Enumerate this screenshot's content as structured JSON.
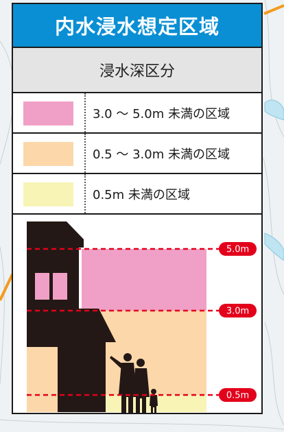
{
  "legend": {
    "title": "内水浸水想定区域",
    "subtitle": "浸水深区分",
    "items": [
      {
        "label": "3.0 ～ 5.0m 未満の区域",
        "color": "#f0a0c6"
      },
      {
        "label": "0.5 ～ 3.0m 未満の区域",
        "color": "#fbd7aa"
      },
      {
        "label": "0.5m 未満の区域",
        "color": "#f7f4b6"
      }
    ]
  },
  "depth_markers": [
    {
      "label": "5.0m",
      "depth": 5.0
    },
    {
      "label": "3.0m",
      "depth": 3.0
    },
    {
      "label": "0.5m",
      "depth": 0.5
    }
  ],
  "colors": {
    "title_bg": "#0a8fd4",
    "subtitle_bg": "#e4e4e4",
    "marker_red": "#e3001b",
    "house": "#231815",
    "map_orange_line": "#f39a1e",
    "map_water": "#bfe4f2"
  },
  "icons": [
    "house-silhouette-icon",
    "family-silhouette-icon"
  ]
}
